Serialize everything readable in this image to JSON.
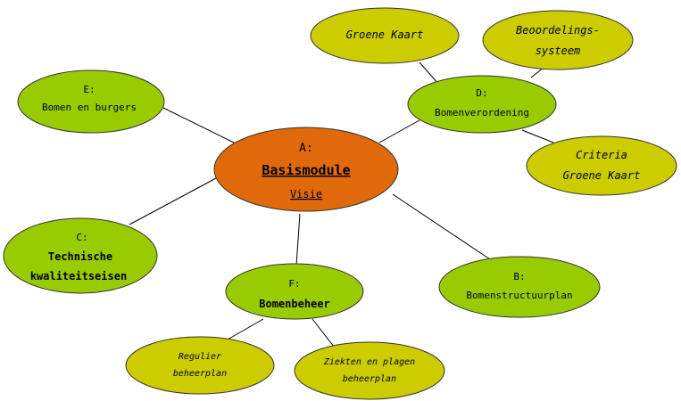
{
  "diagram": {
    "center": {
      "letter": "A:",
      "title": "Basismodule",
      "subtitle": "Visie",
      "color": "#e06a0a"
    },
    "nodes": {
      "e": {
        "letter": "E:",
        "line1": "Bomen en burgers"
      },
      "c": {
        "letter": "C:",
        "line1": "Technische",
        "line2": "kwaliteitseisen"
      },
      "d": {
        "letter": "D:",
        "line1": "Bomenverordening"
      },
      "b": {
        "letter": "B:",
        "line1": "Bomenstructuurplan"
      },
      "f": {
        "letter": "F:",
        "line1": "Bomenbeheer"
      },
      "groene_kaart": {
        "line1": "Groene Kaart"
      },
      "beoordelingssysteem": {
        "line1": "Beoordelings-",
        "line2": "systeem"
      },
      "criteria": {
        "line1": "Criteria",
        "line2": "Groene Kaart"
      },
      "regulier": {
        "line1": "Regulier",
        "line2": "beheerplan"
      },
      "ziekten": {
        "line1": "Ziekten en plagen",
        "line2": "beheerplan"
      }
    },
    "colors": {
      "module": "#99cc00",
      "submodule": "#cccc00",
      "outline": "#333333",
      "connector": "#000000"
    }
  }
}
